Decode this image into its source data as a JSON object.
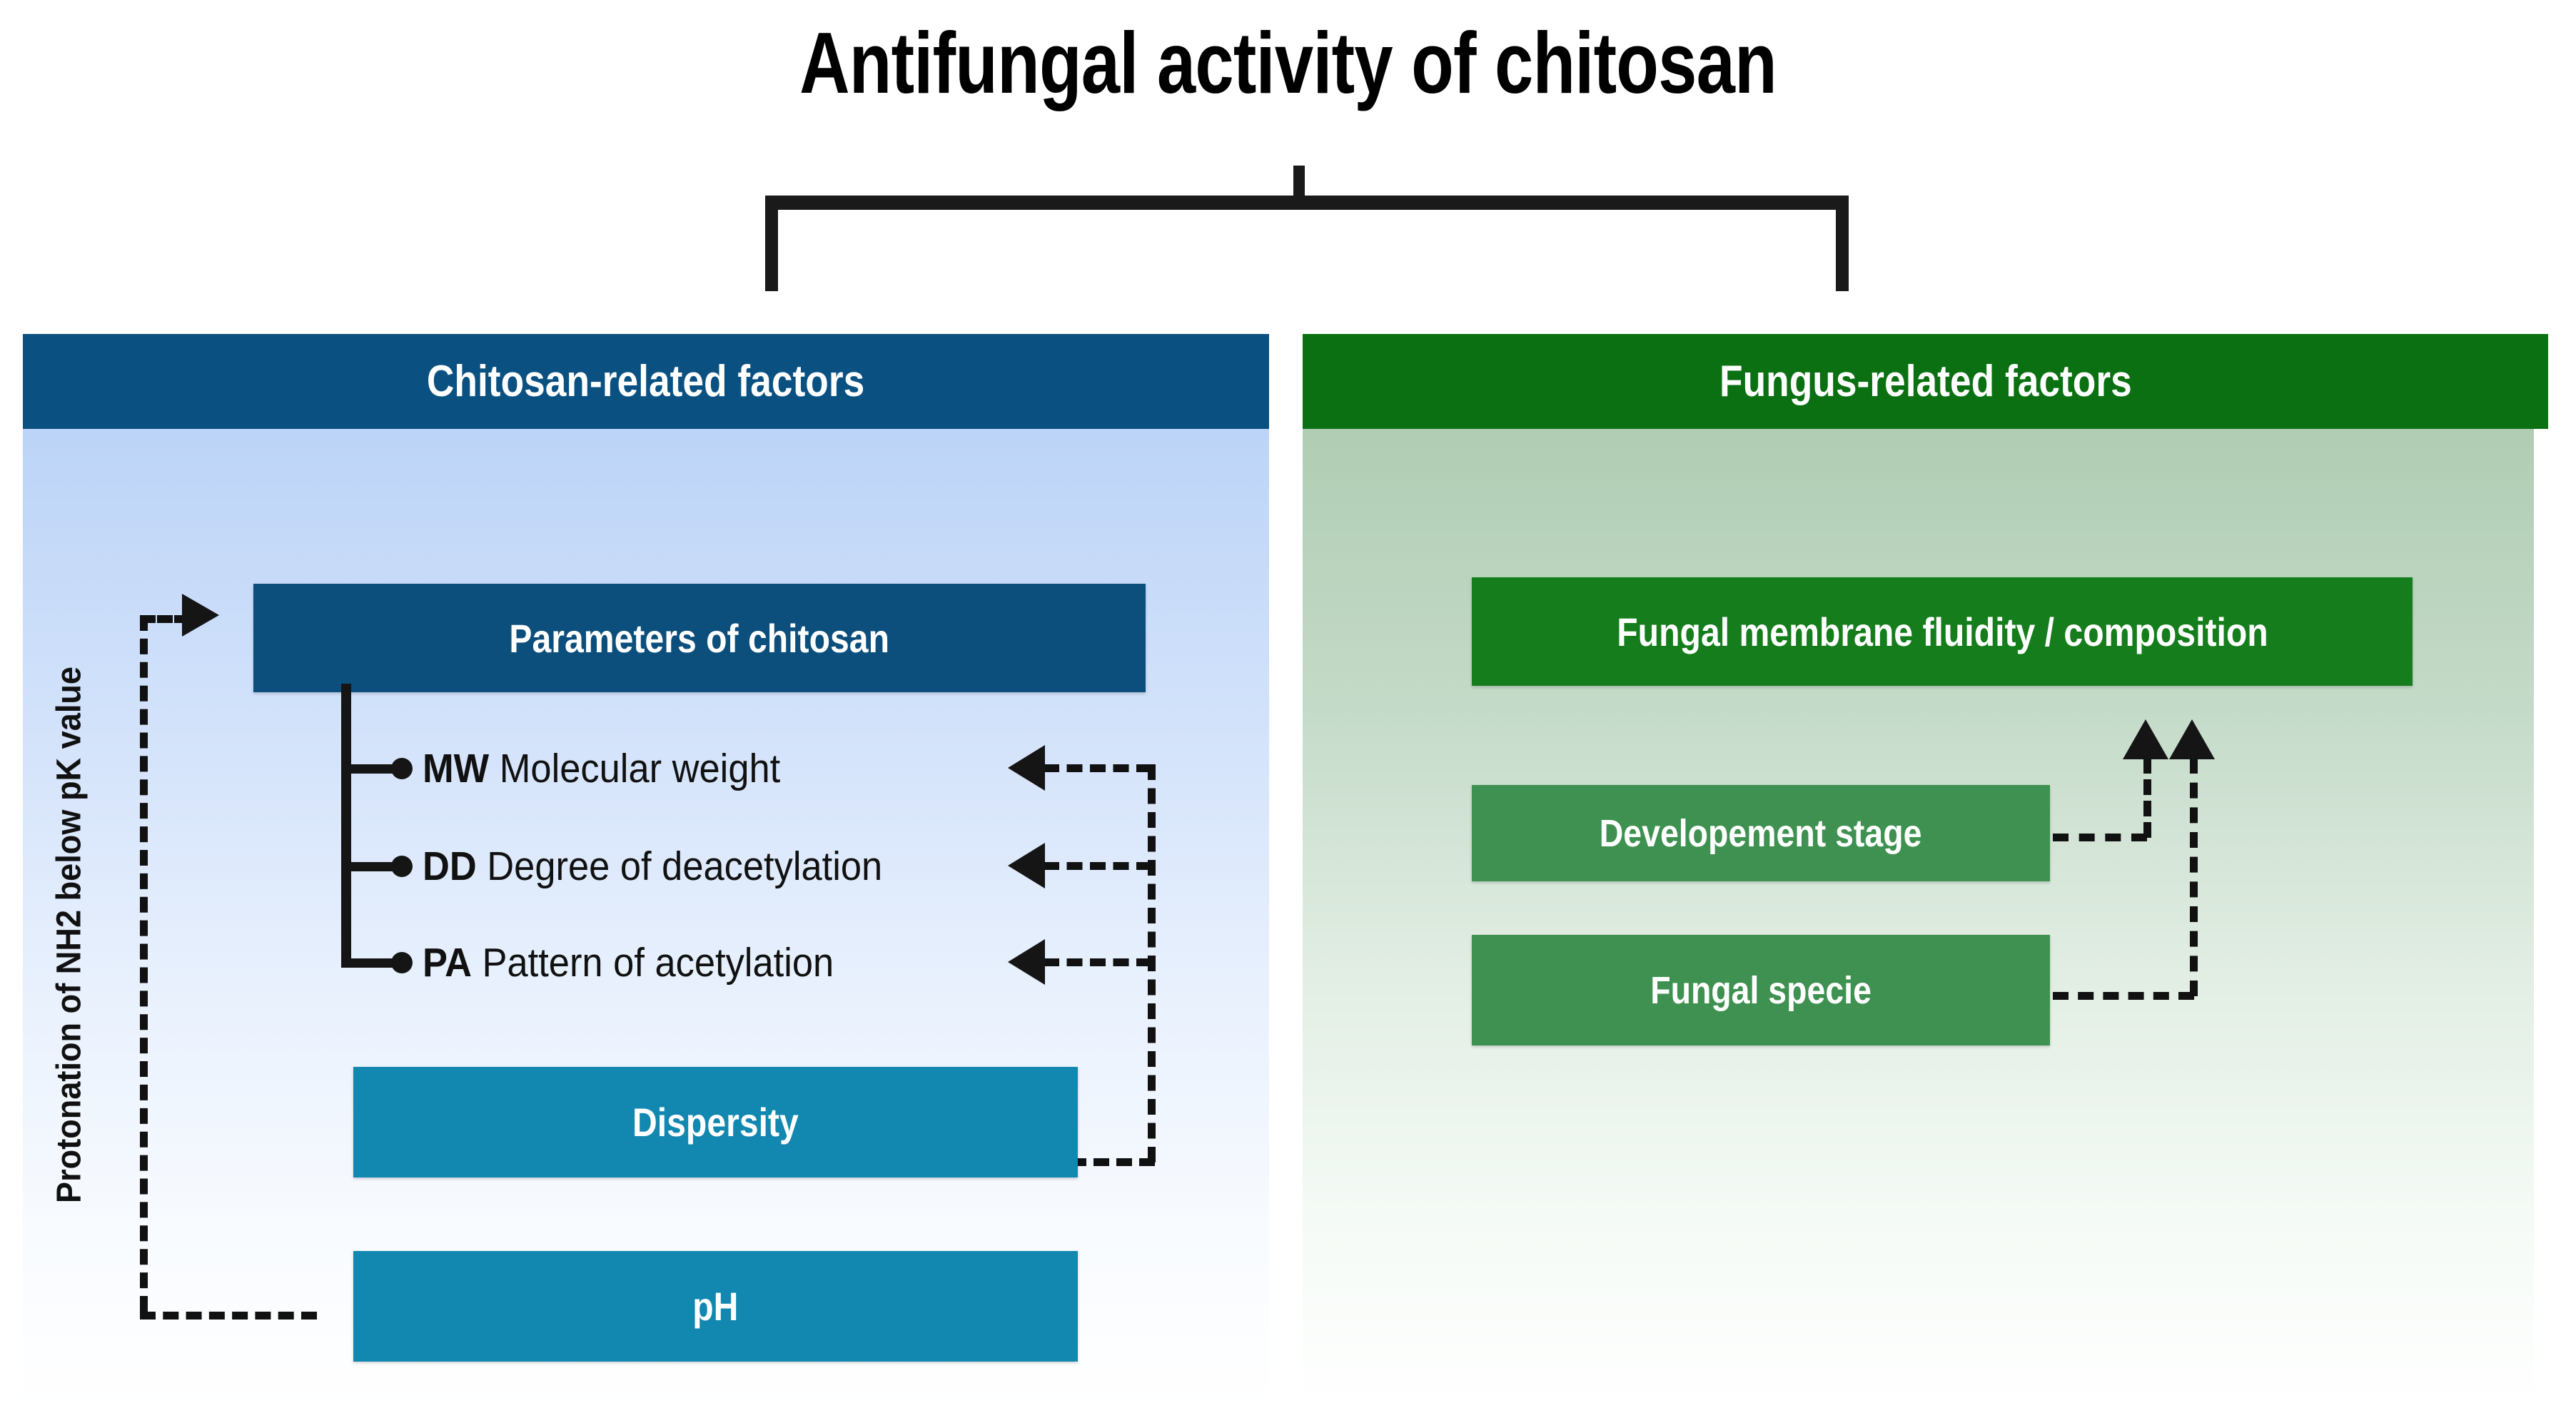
{
  "title": "Antifungal activity of chitosan",
  "left_panel": {
    "header": "Chitosan-related factors",
    "accent_color": "#0a5182",
    "body_gradient_top": "#bcd4f7",
    "params_box": {
      "label": "Parameters of chitosan",
      "color": "#0c4f7c"
    },
    "parameters": [
      {
        "abbr": "MW",
        "name": " Molecular weight"
      },
      {
        "abbr": "DD",
        "name": " Degree of deacetylation"
      },
      {
        "abbr": "PA",
        "name": " Pattern of acetylation"
      }
    ],
    "dispersity_box": {
      "label": "Dispersity",
      "color": "#1287b0"
    },
    "ph_box": {
      "label": "pH",
      "color": "#1287b0"
    },
    "vertical_caption": "Protonation of NH2 below pK value"
  },
  "right_panel": {
    "header": "Fungus-related factors",
    "accent_color": "#0a7012",
    "body_gradient_top": "#b0cdb3",
    "membrane_box": {
      "label": "Fungal membrane fluidity / composition",
      "color": "#157d1c"
    },
    "factors": [
      {
        "label": "Developement stage",
        "color": "#3e9150"
      },
      {
        "label": "Fungal specie",
        "color": "#3e9150"
      }
    ]
  }
}
